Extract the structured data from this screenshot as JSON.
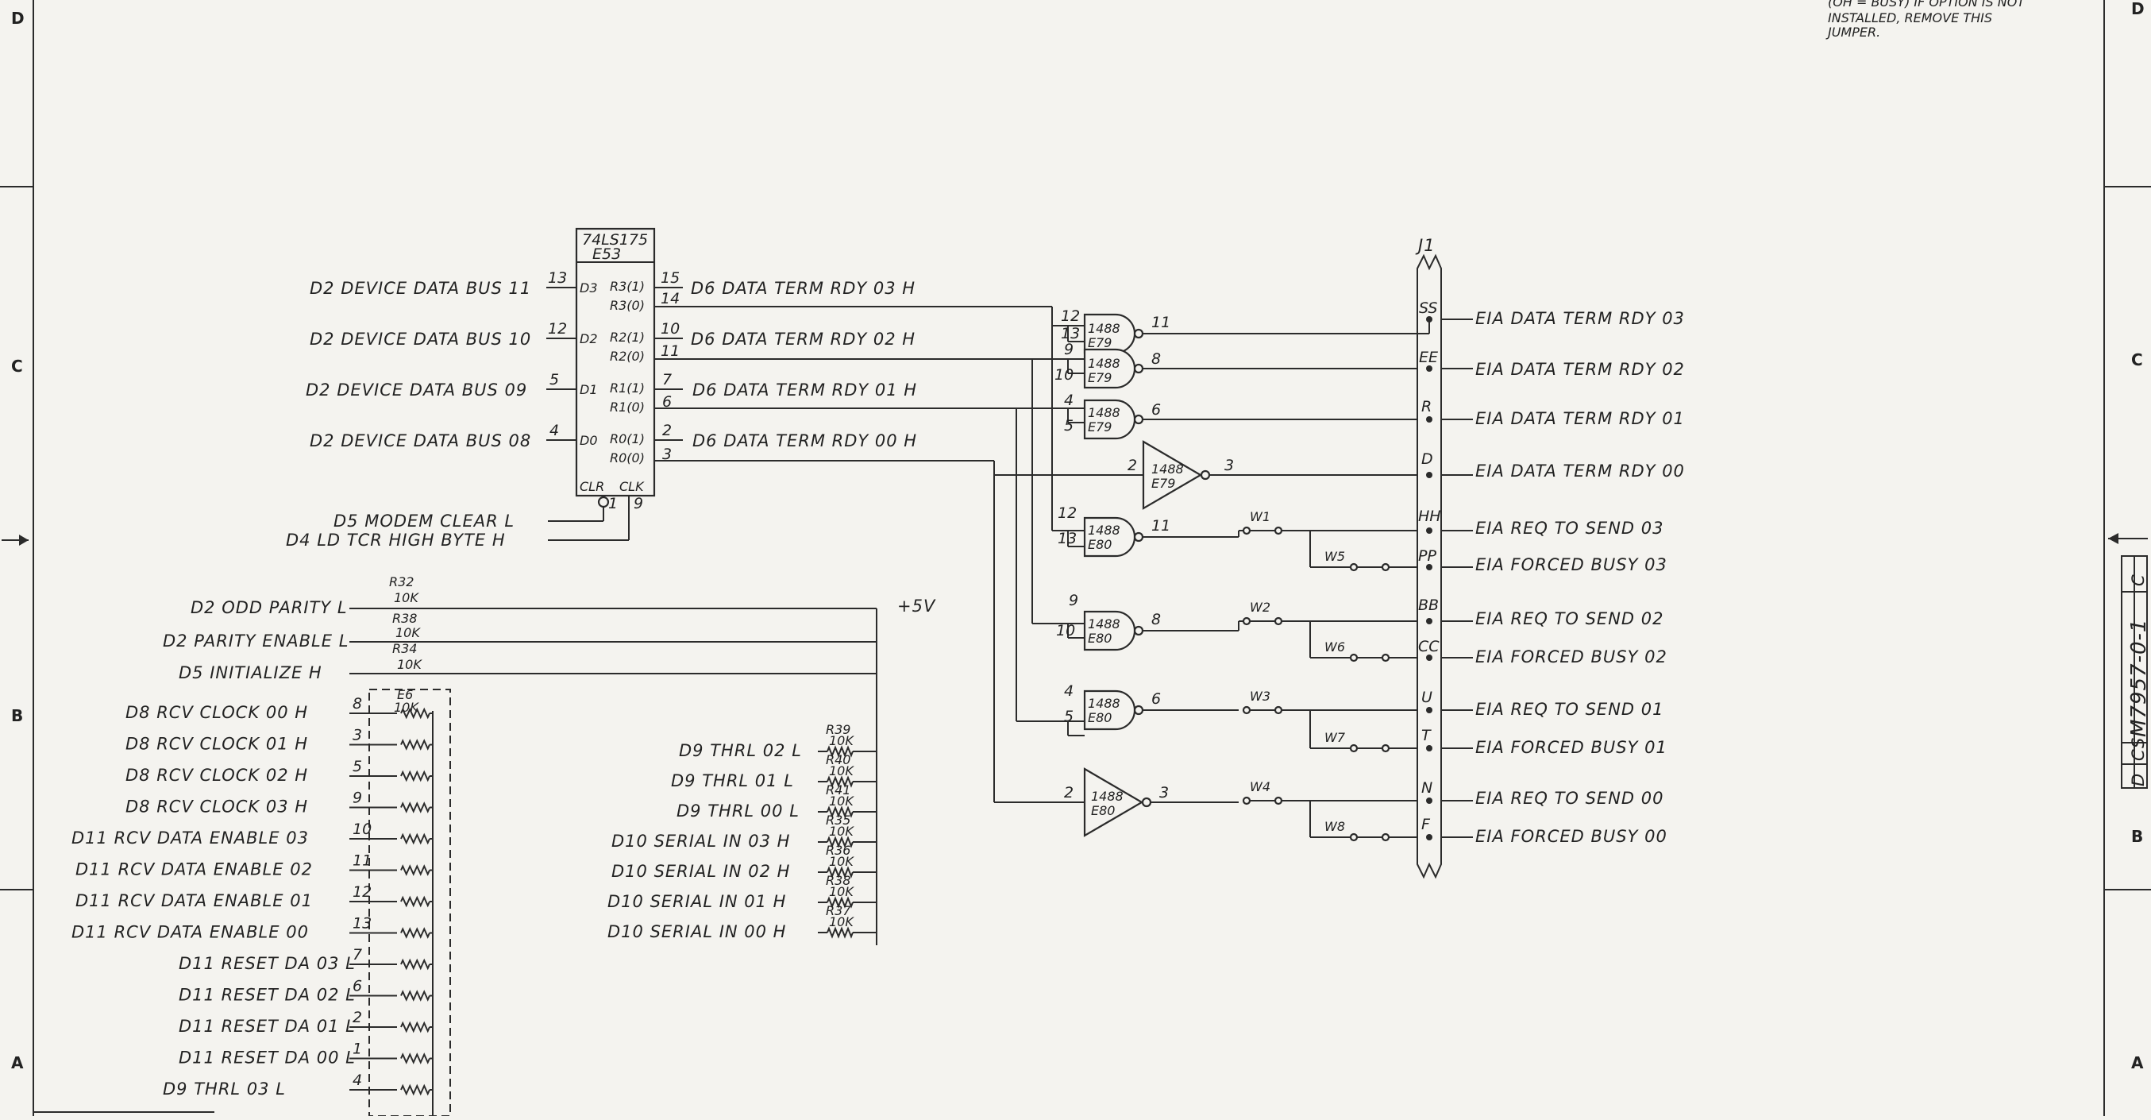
{
  "note": "(OH = BUSY) IF OPTION IS NOT INSTALLED, REMOVE THIS JUMPER.",
  "zones_left": [
    "D",
    "C",
    "B",
    "A"
  ],
  "zones_right": [
    "D",
    "C",
    "B",
    "A"
  ],
  "title_block": {
    "size": "D",
    "code": "CS",
    "number": "M7957-0-1",
    "rev": "C"
  },
  "chip": {
    "part": "74LS175",
    "ref": "E53",
    "clr": "CLR",
    "clk": "CLK",
    "clr_pin": "1",
    "clk_pin": "9"
  },
  "chip_inputs": [
    {
      "label": "D2 DEVICE DATA BUS 11",
      "pin": "13",
      "d": "D3"
    },
    {
      "label": "D2 DEVICE DATA BUS 10",
      "pin": "12",
      "d": "D2"
    },
    {
      "label": "D2 DEVICE DATA BUS 09",
      "pin": "5",
      "d": "D1"
    },
    {
      "label": "D2 DEVICE DATA BUS 08",
      "pin": "4",
      "d": "D0"
    }
  ],
  "chip_outputs": [
    {
      "q": "R3(1)",
      "qn": "R3(0)",
      "pin": "15",
      "pin_n": "14",
      "label": "D6 DATA TERM RDY 03 H"
    },
    {
      "q": "R2(1)",
      "qn": "R2(0)",
      "pin": "10",
      "pin_n": "11",
      "label": "D6 DATA TERM RDY 02 H"
    },
    {
      "q": "R1(1)",
      "qn": "R1(0)",
      "pin": "7",
      "pin_n": "6",
      "label": "D6 DATA TERM RDY 01 H"
    },
    {
      "q": "R0(1)",
      "qn": "R0(0)",
      "pin": "2",
      "pin_n": "3",
      "label": "D6 DATA TERM RDY 00 H"
    }
  ],
  "clear_inputs": [
    {
      "label": "D5 MODEM CLEAR L"
    },
    {
      "label": "D4 LD TCR HIGH BYTE H"
    }
  ],
  "gates": [
    {
      "part": "1488",
      "ref": "E79",
      "in1": "12",
      "in2": "13",
      "out": "11"
    },
    {
      "part": "1488",
      "ref": "E79",
      "in1": "9",
      "in2": "10",
      "out": "8"
    },
    {
      "part": "1488",
      "ref": "E79",
      "in1": "4",
      "in2": "5",
      "out": "6"
    },
    {
      "part": "1488",
      "ref": "E79",
      "in1": "2",
      "in2": "",
      "out": "3"
    },
    {
      "part": "1488",
      "ref": "E80",
      "in1": "12",
      "in2": "13",
      "out": "11"
    },
    {
      "part": "1488",
      "ref": "E80",
      "in1": "9",
      "in2": "10",
      "out": "8"
    },
    {
      "part": "1488",
      "ref": "E80",
      "in1": "4",
      "in2": "5",
      "out": "6"
    },
    {
      "part": "1488",
      "ref": "E80",
      "in1": "2",
      "in2": "",
      "out": "3"
    }
  ],
  "jumpers": [
    {
      "w": "W1",
      "opt": "W5"
    },
    {
      "w": "W2",
      "opt": "W6"
    },
    {
      "w": "W3",
      "opt": "W7"
    },
    {
      "w": "W4",
      "opt": "W8"
    }
  ],
  "connector": {
    "ref": "J1",
    "pins": [
      {
        "pin": "SS",
        "label": "EIA DATA TERM RDY 03"
      },
      {
        "pin": "EE",
        "label": "EIA DATA TERM RDY 02"
      },
      {
        "pin": "R",
        "label": "EIA DATA TERM RDY 01"
      },
      {
        "pin": "D",
        "label": "EIA DATA TERM RDY 00"
      },
      {
        "pin": "HH",
        "label": "EIA REQ TO SEND 03"
      },
      {
        "pin": "PP",
        "label": "EIA FORCED BUSY 03"
      },
      {
        "pin": "BB",
        "label": "EIA REQ TO SEND 02"
      },
      {
        "pin": "CC",
        "label": "EIA FORCED BUSY 02"
      },
      {
        "pin": "U",
        "label": "EIA REQ TO SEND 01"
      },
      {
        "pin": "T",
        "label": "EIA FORCED BUSY 01"
      },
      {
        "pin": "N",
        "label": "EIA REQ TO SEND 00"
      },
      {
        "pin": "F",
        "label": "EIA FORCED BUSY 00"
      }
    ]
  },
  "pullups": {
    "supply": "+5V",
    "items": [
      {
        "label": "D2 ODD PARITY L",
        "ref": "R32",
        "val": "10K"
      },
      {
        "label": "D2 PARITY ENABLE L",
        "ref": "R38",
        "val": "10K"
      },
      {
        "label": "D5 INITIALIZE H",
        "ref": "R34",
        "val": "10K"
      }
    ]
  },
  "pack": {
    "ref": "E6",
    "val": "10K",
    "items": [
      {
        "label": "D8 RCV CLOCK 00 H",
        "pin": "8"
      },
      {
        "label": "D8 RCV CLOCK 01 H",
        "pin": "3"
      },
      {
        "label": "D8 RCV CLOCK 02 H",
        "pin": "5"
      },
      {
        "label": "D8 RCV CLOCK 03 H",
        "pin": "9"
      },
      {
        "label": "D11 RCV DATA ENABLE 03",
        "pin": "10"
      },
      {
        "label": "D11 RCV DATA ENABLE 02",
        "pin": "11"
      },
      {
        "label": "D11 RCV DATA ENABLE 01",
        "pin": "12"
      },
      {
        "label": "D11 RCV DATA ENABLE 00",
        "pin": "13"
      },
      {
        "label": "D11 RESET DA 03 L",
        "pin": "7"
      },
      {
        "label": "D11 RESET DA 02 L",
        "pin": "6"
      },
      {
        "label": "D11 RESET DA 01 L",
        "pin": "2"
      },
      {
        "label": "D11 RESET DA 00 L",
        "pin": "1"
      },
      {
        "label": "D9 THRL 03 L",
        "pin": "4"
      }
    ]
  },
  "resistors": [
    {
      "label": "D9 THRL 02 L",
      "ref": "R39",
      "val": "10K"
    },
    {
      "label": "D9 THRL 01 L",
      "ref": "R40",
      "val": "10K"
    },
    {
      "label": "D9 THRL 00 L",
      "ref": "R41",
      "val": "10K"
    },
    {
      "label": "D10 SERIAL IN 03 H",
      "ref": "R35",
      "val": "10K"
    },
    {
      "label": "D10 SERIAL IN 02 H",
      "ref": "R36",
      "val": "10K"
    },
    {
      "label": "D10 SERIAL IN 01 H",
      "ref": "R38",
      "val": "10K"
    },
    {
      "label": "D10 SERIAL IN 00 H",
      "ref": "R37",
      "val": "10K"
    }
  ]
}
